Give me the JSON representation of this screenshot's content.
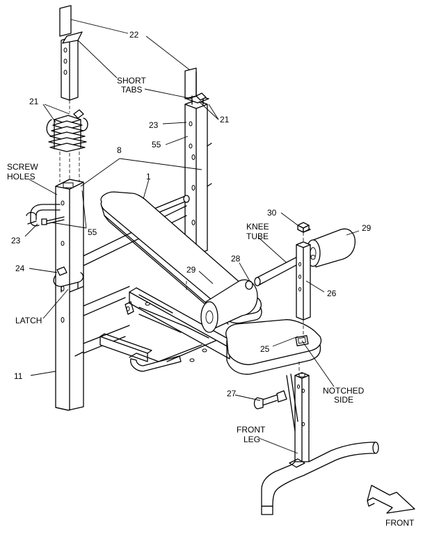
{
  "labels": {
    "part22": "22",
    "short_tabs_line1": "SHORT",
    "short_tabs_line2": "TABS",
    "part21_left": "21",
    "part21_right": "21",
    "part23_right": "23",
    "part55_right": "55",
    "part8": "8",
    "screw_holes_line1": "SCREW",
    "screw_holes_line2": "HOLES",
    "part1": "1",
    "part30": "30",
    "knee_tube_line1": "KNEE",
    "knee_tube_line2": "TUBE",
    "part29_right": "29",
    "part23_left": "23",
    "part55_left": "55",
    "part24": "24",
    "part28": "28",
    "part29_center": "29",
    "part26": "26",
    "latch": "LATCH",
    "part25": "25",
    "notched_side_line1": "NOTCHED",
    "notched_side_line2": "SIDE",
    "part11": "11",
    "part27": "27",
    "front_leg_line1": "FRONT",
    "front_leg_line2": "LEG",
    "front": "FRONT"
  }
}
